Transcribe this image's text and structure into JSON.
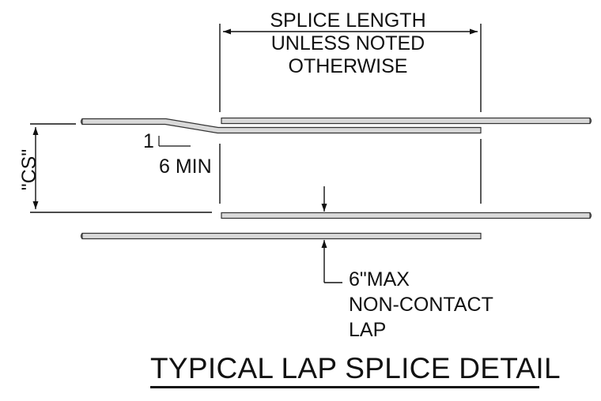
{
  "diagram": {
    "splice_label_lines": [
      "SPLICE LENGTH",
      "UNLESS NOTED",
      "OTHERWISE"
    ],
    "slope_rise": "1",
    "slope_run": "6 MIN",
    "spacing_label": "\"CS\"",
    "max_gap_lines": [
      "6\"MAX",
      "NON-CONTACT",
      "LAP"
    ],
    "title": "TYPICAL LAP SPLICE DETAIL",
    "colors": {
      "line": "#111111",
      "bar_fill": "#d9d9d9",
      "bar_stroke": "#333333"
    }
  }
}
